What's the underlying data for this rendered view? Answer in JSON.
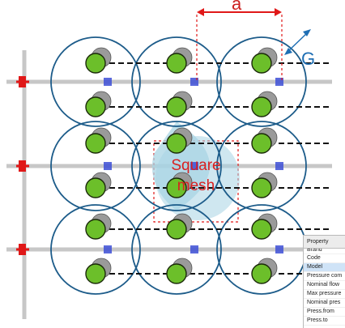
{
  "labels": {
    "spacing": "a",
    "gap": "G",
    "mesh_line1": "Square",
    "mesh_line2": "mesh"
  },
  "property_panel": {
    "header": "Property",
    "rows": [
      {
        "label": "Brand",
        "partial": true
      },
      {
        "label": "Code"
      },
      {
        "label": "Model",
        "selected": true
      },
      {
        "label": "Pressure com"
      },
      {
        "label": "Nominal flow"
      },
      {
        "label": "Max pressure"
      },
      {
        "label": "Nominal pres"
      },
      {
        "label": "Press.from"
      },
      {
        "label": "Press.to"
      }
    ]
  },
  "colors": {
    "circle_stroke": "#1d5c8a",
    "sprinkler_fill": "#6cbf2a",
    "sprinkler_stroke": "#1b2a0a",
    "ghost_fill": "#9a9a9a",
    "pipe": "#c7c7c7",
    "marker": "#3d4fd6",
    "dimension": "#e01818",
    "gap_arrow": "#1f6fb4",
    "mesh_fill": "#a8d4e3",
    "lateral_line": "#111111"
  }
}
